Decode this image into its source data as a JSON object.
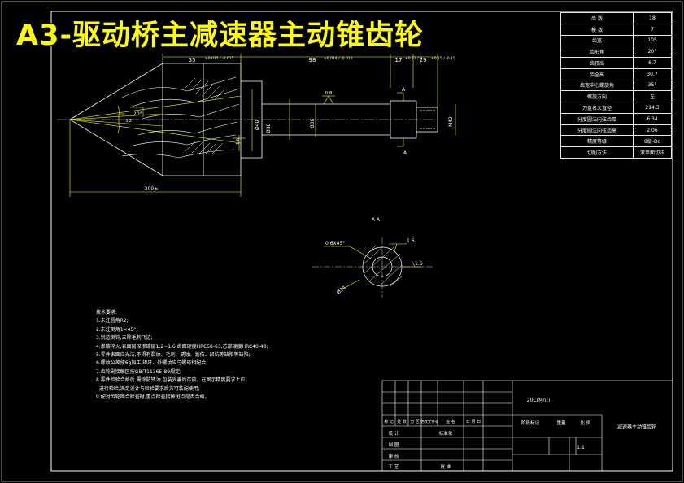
{
  "title": "A3-驱动桥主减速器主动锥齿轮",
  "params": [
    {
      "k": "齿 数",
      "v": "18"
    },
    {
      "k": "模 数",
      "v": "7"
    },
    {
      "k": "齿宽",
      "v": "105"
    },
    {
      "k": "齿形角",
      "v": "20°"
    },
    {
      "k": "齿顶高",
      "v": "6.7"
    },
    {
      "k": "齿全高",
      "v": "30.7"
    },
    {
      "k": "齿宽中心螺旋角",
      "v": "35°"
    },
    {
      "k": "螺旋方向",
      "v": "左"
    },
    {
      "k": "刀盘名义直径",
      "v": "214.3"
    },
    {
      "k": "分度圆法向弦齿厚",
      "v": "6.34"
    },
    {
      "k": "分度圆法向弦齿高",
      "v": "2.06"
    },
    {
      "k": "精度等级",
      "v": "8级-Dc"
    },
    {
      "k": "切削方法",
      "v": "滚单面切法"
    }
  ],
  "dims": {
    "d1": "35",
    "d1_tol": "+0.015 / -0.015",
    "d2": "98",
    "d2_tol": "+0.014 / -0.016",
    "d3": "17",
    "d3_tol": "+0.22 / 0",
    "d4": "29",
    "d4_tol": "+0.15 / -0.15",
    "dia1": "Ø40",
    "dia2": "Ø38",
    "dia3": "Ø36",
    "thread": "M42",
    "total": "300±",
    "angle_l": "20°",
    "rough": "0.8",
    "rough2": "1.6",
    "rough3": "1.6",
    "sec_a": "A",
    "sec_b": "A",
    "corner": "3.2"
  },
  "section": {
    "label": "A-A",
    "chamfer": "0.6X45°",
    "r1": "1.6",
    "r2": "1.6",
    "d": "Ø24"
  },
  "notes": "技术要求:\n1.未注圆角R2;\n2.未注倒角1×45°;\n3.锐边倒钝,去除毛刺飞边;\n4.渗碳淬火,表面层深渗碳层1.2~1.6,齿面硬度HRC58-63,芯部硬度HRC40-48;\n5.零件表面应光洁,不得有裂纹、毛刺、锈蚀、划伤、凹坑等缺陷等缺陷;\n6.螺纹公差按6g加工,矩牙、外螺纹应与螺母相配合;\n7.齿轮副接触区按GB/T11365-89规定;\n8.零件检验合格后,需涂防锈油,包装妥善后存放。在图示精度要求上应\n  进行检验,满足设计与检验要求后方可装配使用;\n9.配对齿轮啮合检查时,重点检查接触斑点是否合格。",
  "title_block": {
    "material": "20CrMnTi",
    "part_name": "减速器主动锥齿轮",
    "scale": "1:1",
    "r1": [
      "标 记",
      "处 数",
      "分 区",
      "更改文件号",
      "签 名",
      "年 月 日"
    ],
    "design": "设 计",
    "standardize": "标准化",
    "drawing": "制 图",
    "review": "审 核",
    "process": "工 艺",
    "approve": "批 准",
    "stage": "阶段标记",
    "weight": "重量",
    "ratio": "比 例"
  }
}
